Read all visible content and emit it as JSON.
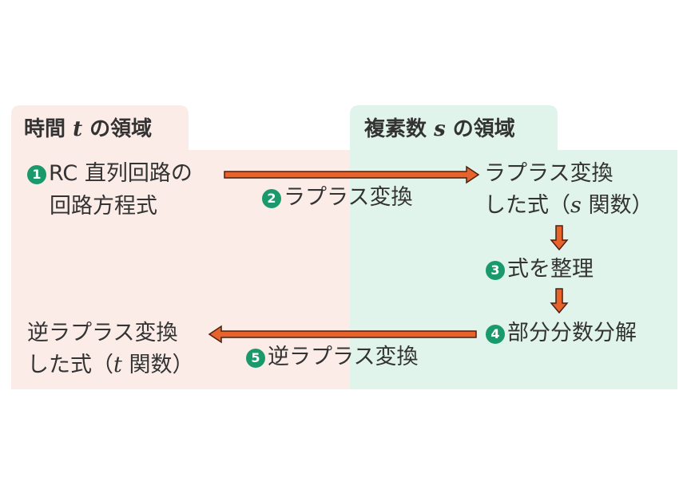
{
  "time_domain": {
    "title_prefix": "時間",
    "variable": "t",
    "title_suffix": "の領域"
  },
  "complex_domain": {
    "title_prefix": "複素数",
    "variable": "s",
    "title_suffix": "の領域"
  },
  "steps": {
    "step1": {
      "badge": "1",
      "line1": "RC 直列回路の",
      "line2": "回路方程式"
    },
    "step2": {
      "badge": "2",
      "label": "ラプラス変換"
    },
    "laplace_result": {
      "line1": "ラプラス変換",
      "line2_prefix": "した式（",
      "variable": "s",
      "line2_suffix": "関数）"
    },
    "step3": {
      "badge": "3",
      "label": "式を整理"
    },
    "step4": {
      "badge": "4",
      "label": "部分分数分解"
    },
    "step5": {
      "badge": "5",
      "label": "逆ラプラス変換"
    },
    "inverse_result": {
      "line1": "逆ラプラス変換",
      "line2_prefix": "した式（",
      "variable": "t",
      "line2_suffix": "関数）"
    }
  },
  "colors": {
    "time_bg": "#fcece8",
    "complex_bg": "#e0f4ec",
    "arrow_fill": "#e8622c",
    "arrow_stroke": "#4a2010",
    "badge": "#1a9a6c",
    "text": "#333333"
  }
}
